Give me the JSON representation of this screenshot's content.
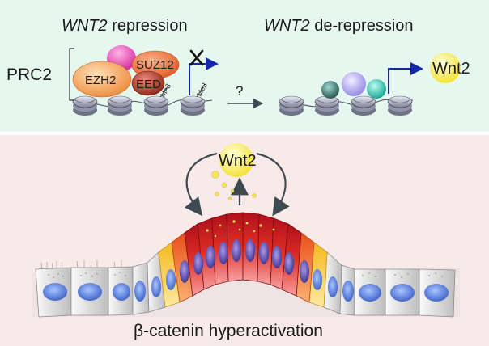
{
  "top_panel": {
    "repression_title_gene": "WNT2",
    "repression_title_rest": " repression",
    "derepression_title_gene": "WNT2",
    "derepression_title_rest": " de-repression",
    "complex_label": "PRC2",
    "subunits": [
      "EZH2",
      "SUZ12",
      "EED"
    ],
    "mark_label_1": "Me3",
    "mark_label_2": "Me3",
    "unknown_transition": "?",
    "product_label": "Wnt2",
    "colors": {
      "background": "#e6f7ef",
      "promoter_arrow": "#1428a8",
      "block_cross": "#111111"
    }
  },
  "bottom_panel": {
    "secreted_label": "Wnt2",
    "caption": "β-catenin hyperactivation",
    "colors": {
      "background": "#f8eae8",
      "nucleus": "#4a73d6",
      "hot_cell": "#d8262b",
      "warm_cell": "#f6c21e"
    }
  }
}
